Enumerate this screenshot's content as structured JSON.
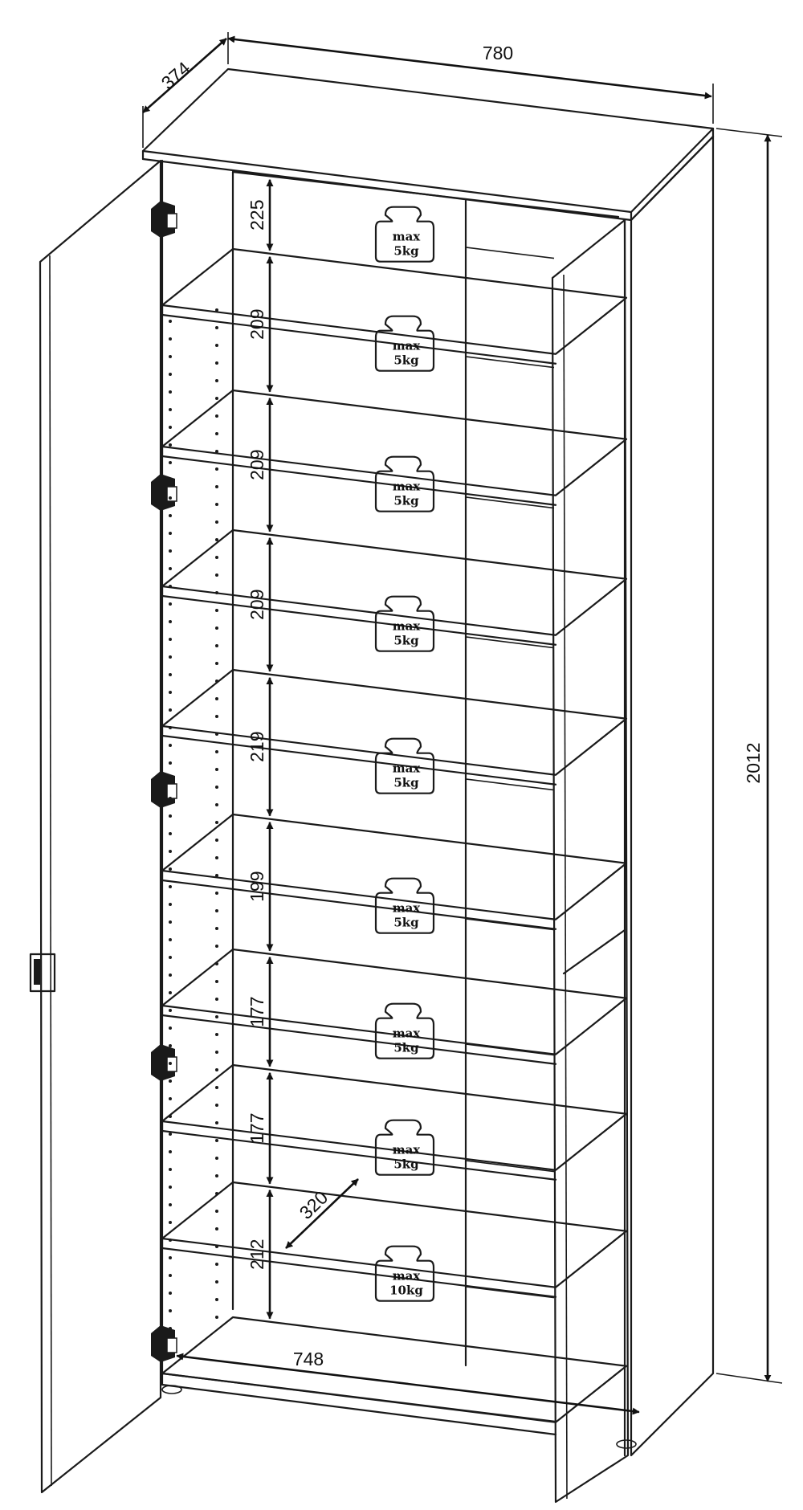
{
  "dimensions": {
    "depth": "374",
    "width": "780",
    "height": "2012",
    "inner_depth": "320",
    "inner_width": "748"
  },
  "compartments": [
    {
      "gap": "225",
      "load_label": "max",
      "load_value": "5kg"
    },
    {
      "gap": "209",
      "load_label": "max",
      "load_value": "5kg"
    },
    {
      "gap": "209",
      "load_label": "max",
      "load_value": "5kg"
    },
    {
      "gap": "209",
      "load_label": "max",
      "load_value": "5kg"
    },
    {
      "gap": "219",
      "load_label": "max",
      "load_value": "5kg"
    },
    {
      "gap": "199",
      "load_label": "max",
      "load_value": "5kg"
    },
    {
      "gap": "177",
      "load_label": "max",
      "load_value": "5kg"
    },
    {
      "gap": "177",
      "load_label": "max",
      "load_value": "5kg"
    },
    {
      "gap": "212",
      "load_label": "max",
      "load_value": "10kg"
    }
  ]
}
